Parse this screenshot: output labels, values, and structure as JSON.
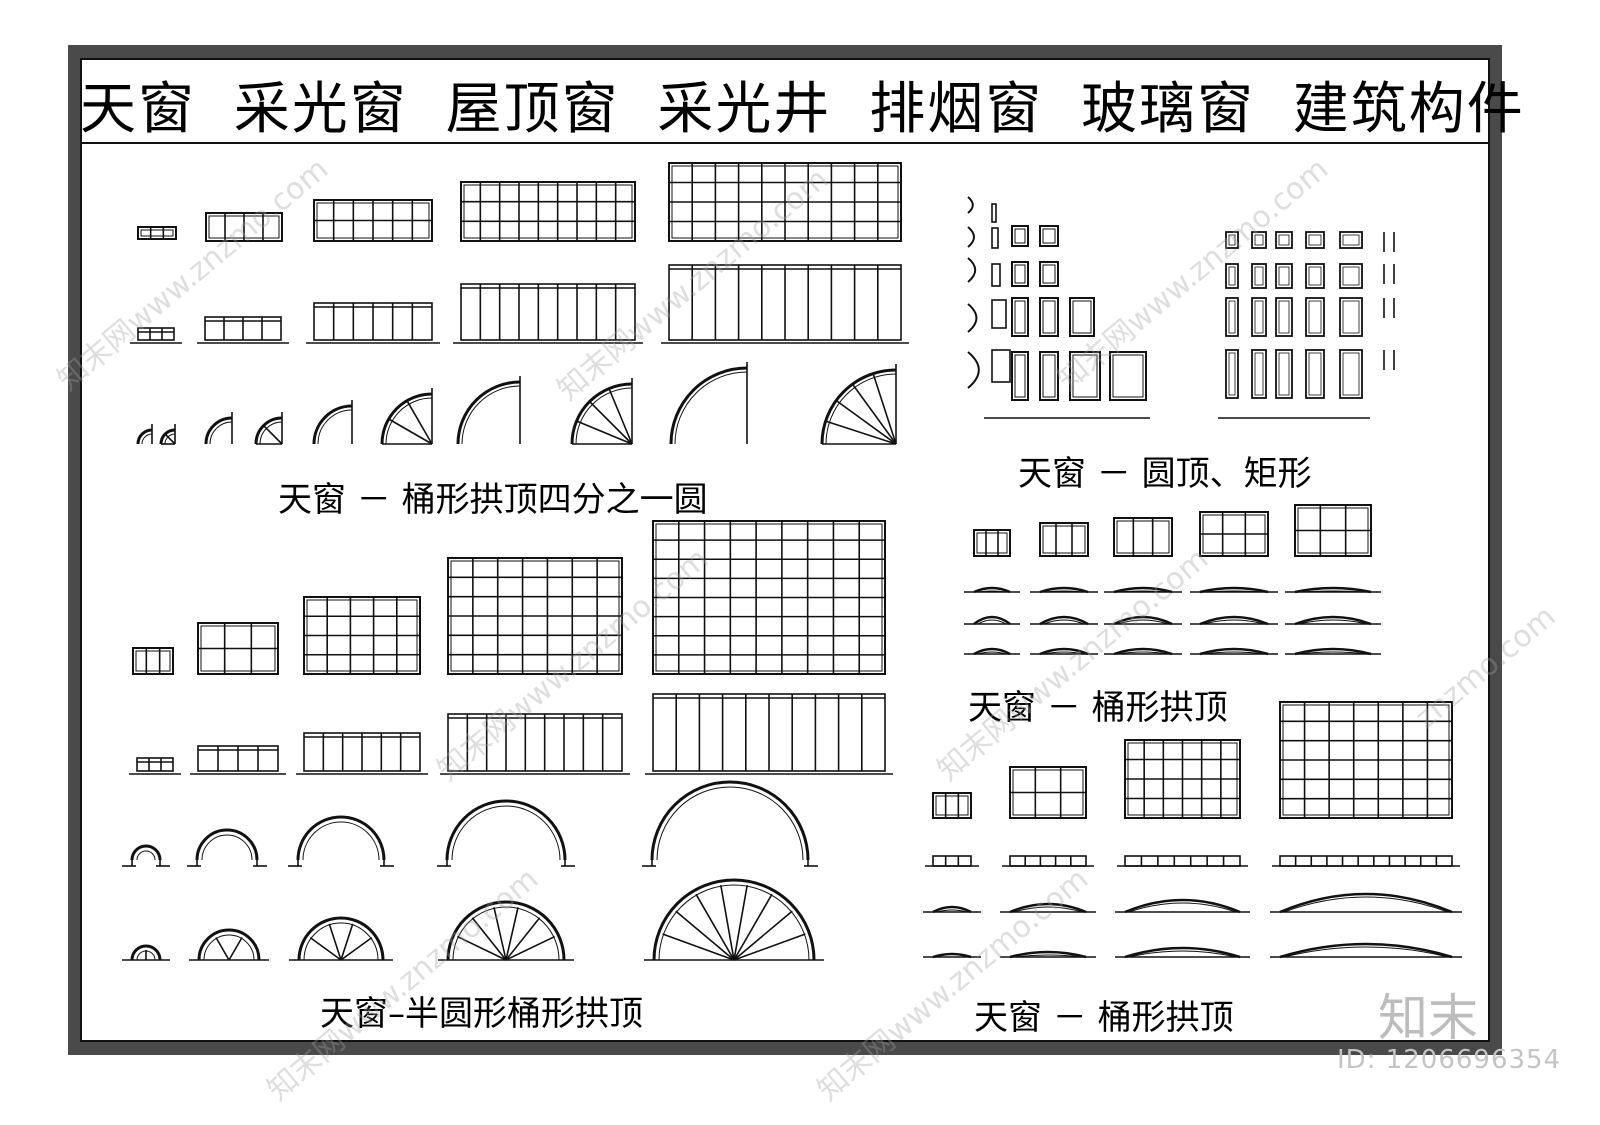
{
  "title": "天窗  采光窗  屋顶窗  采光井  排烟窗  玻璃窗  建筑构件",
  "captions": {
    "quarter_circle": "天窗 － 桶形拱顶四分之一圆",
    "dome_rect": "天窗 － 圆顶、矩形",
    "barrel_top_right": "天窗 － 桶形拱顶",
    "semicircle": "天窗–半圆形桶形拱顶",
    "barrel_bottom_right": "天窗 － 桶形拱顶"
  },
  "watermarks": [
    "知末网www.znzmo.com",
    "znzmo.com"
  ],
  "brand": "知末",
  "image_id": "ID: 1206696354",
  "colors": {
    "frame": "#4a4a4a",
    "line": "#111111",
    "background": "#ffffff"
  }
}
